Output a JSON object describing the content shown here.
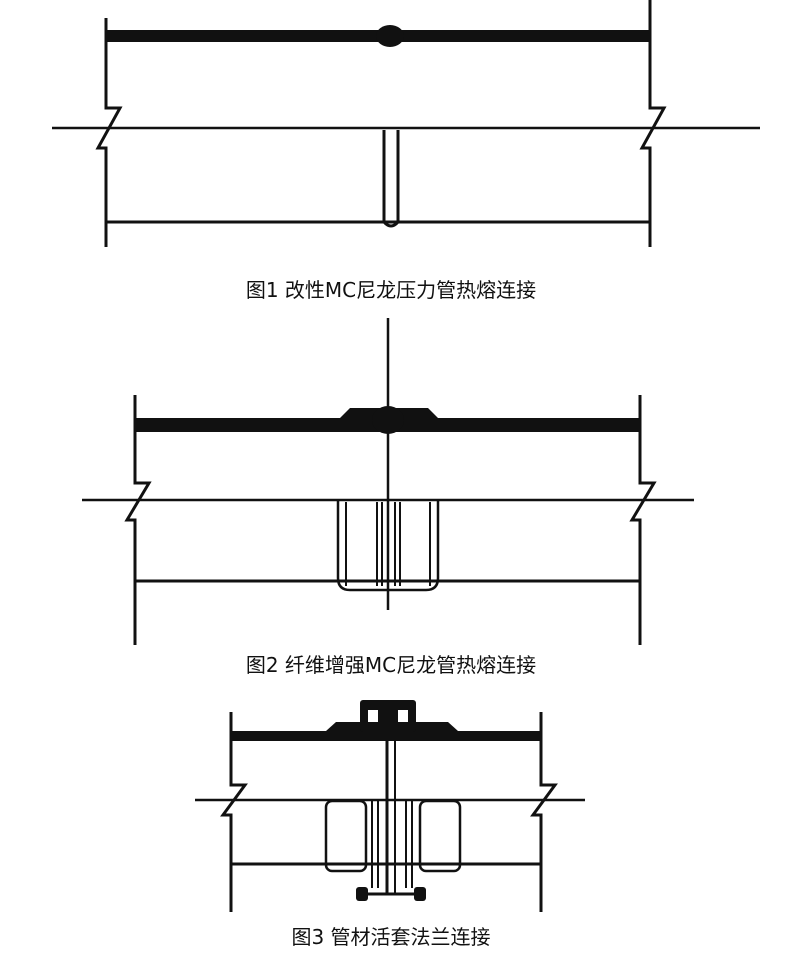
{
  "figures": [
    {
      "caption": "图1 改性MC尼龙压力管热熔连接"
    },
    {
      "caption": "图2 纤维增强MC尼龙管热熔连接"
    },
    {
      "caption": "图3 管材活套法兰连接"
    }
  ],
  "colors": {
    "ink": "#111111",
    "paper": "#ffffff"
  }
}
